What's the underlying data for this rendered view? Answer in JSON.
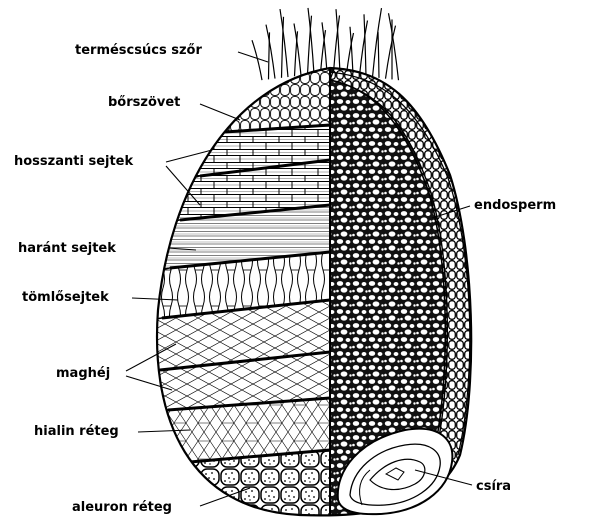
{
  "labels": {
    "termescsucs_szor": "terméscsúcs szőr",
    "borszovet": "bőrszövet",
    "hosszanti_sejtek": "hosszanti sejtek",
    "harant_sejtek": "haránt sejtek",
    "tomlosejtek": "tömlősejtek",
    "maghej": "maghéj",
    "hialin_reteg": "hialin réteg",
    "aleuron_reteg": "aleuron réteg",
    "endosperm": "endosperm",
    "csira": "csíra"
  },
  "colors": {
    "ink": "#000000",
    "background": "#ffffff"
  }
}
